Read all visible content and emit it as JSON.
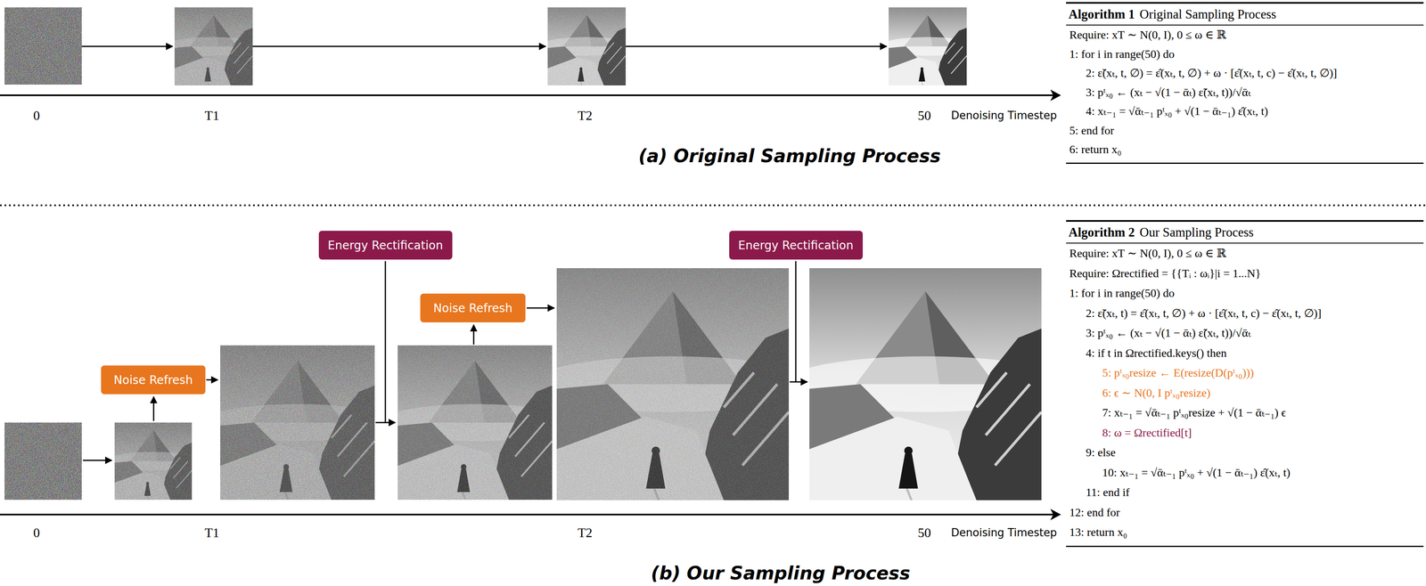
{
  "diagram": {
    "nodes": [
      {
        "text": [
          "Algorithm 1",
          "Original Sampling Process",
          "Require: xT ∼ N(0, I), 0 ≤ ω ∈ ℝ",
          "1: for i in range(50) do",
          "2: ε̃(xₜ, t, ∅) = ε̂(xₜ, t, ∅) + ω · [ε̂(xₜ, t, c) − ε̂(xₜ, t, ∅)]",
          "3: pᵗₓ₀ ← (xₜ − √(1 − ᾱₜ) ε̃(xₜ, t))/√ᾱₜ",
          "4: xₜ₋₁ = √ᾱₜ₋₁ pᵗₓ₀ + √(1 − ᾱₜ₋₁) ε̂(xₜ, t)",
          "5: end for",
          "6: return x₀"
        ]
      },
      {
        "text": [
          "Noise Refresh"
        ]
      },
      {
        "text": [
          "Energy Rectification"
        ]
      },
      {
        "text": [
          "Noise Refresh"
        ]
      },
      {
        "text": [
          "Energy Rectification"
        ]
      },
      {
        "text": [
          "Algorithm 2",
          "Our Sampling Process",
          "Require: xT ∼ N(0, I), 0 ≤ ω ∈ ℝ",
          "Require: Ωrectified = {{Tᵢ : ωᵢ}|i = 1...N}",
          "1: for i in range(50) do",
          "2: ε̃(xₜ, t) = ε̂(xₜ, t, ∅) + ω · [ε̂(xₜ, t, c) − ε̂(xₜ, t, ∅)]",
          "3: pᵗₓ₀ ← (xₜ − √(1 − ᾱₜ) ε̃(xₜ, t))/√ᾱₜ",
          "4: if t in Ωrectified.keys() then",
          "5: pᵗₓ₀resize ← E(resize(D(pᵗₓ₀)))",
          "6: ϵ ∼ N(0, I pᵗₓ₀resize)",
          "7: xₜ₋₁ = √ᾱₜ₋₁ pᵗₓ₀resize + √(1 − ᾱₜ₋₁) ϵ",
          "8: ω = Ωrectified[t]",
          "9: else",
          "10: xₜ₋₁ = √ᾱₜ₋₁ pᵗₓ₀ + √(1 − ᾱₜ₋₁) ε̂(xₜ, t)",
          "11: end if",
          "12: end for",
          "13: return x₀"
        ]
      }
    ],
    "labels": [
      "0",
      "T1",
      "T2",
      "50",
      "Denoising Timestep",
      "(a) Original Sampling Process",
      "0",
      "T1",
      "T2",
      "50",
      "Denoising Timestep",
      "(b) Our Sampling Process"
    ]
  }
}
